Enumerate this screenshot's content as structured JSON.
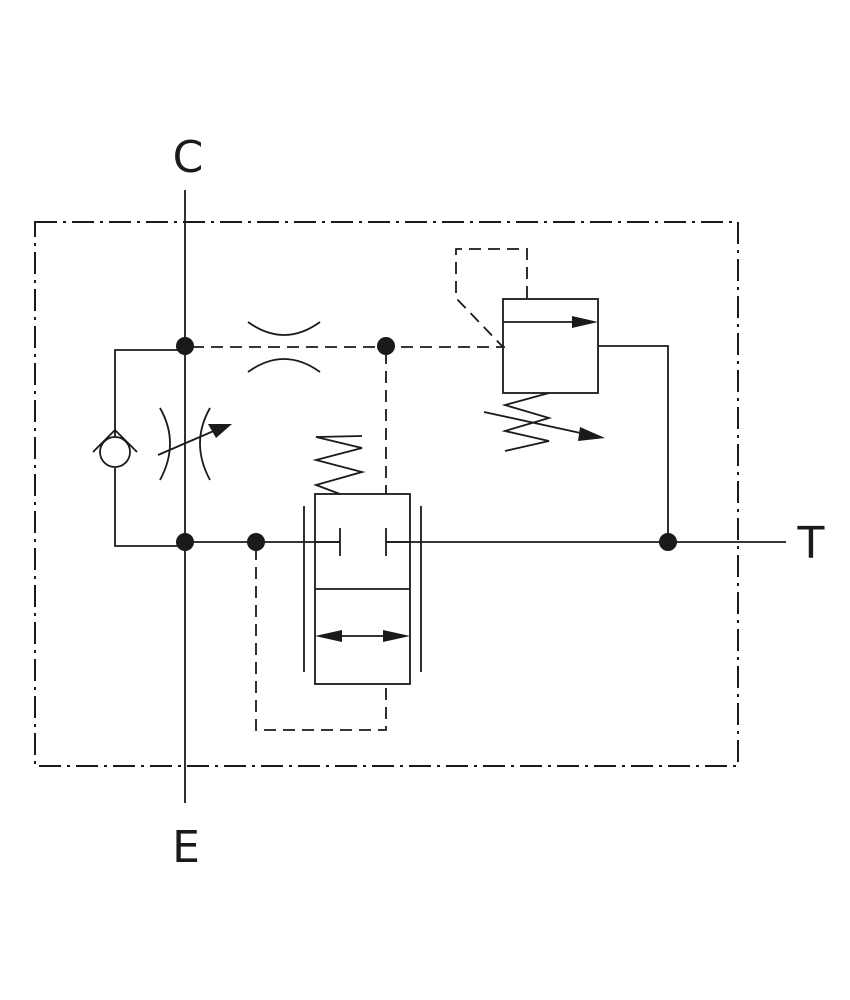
{
  "ports": {
    "c": "C",
    "e": "E",
    "t": "T"
  },
  "colors": {
    "line": "#1a1a1a",
    "background": "#ffffff"
  }
}
